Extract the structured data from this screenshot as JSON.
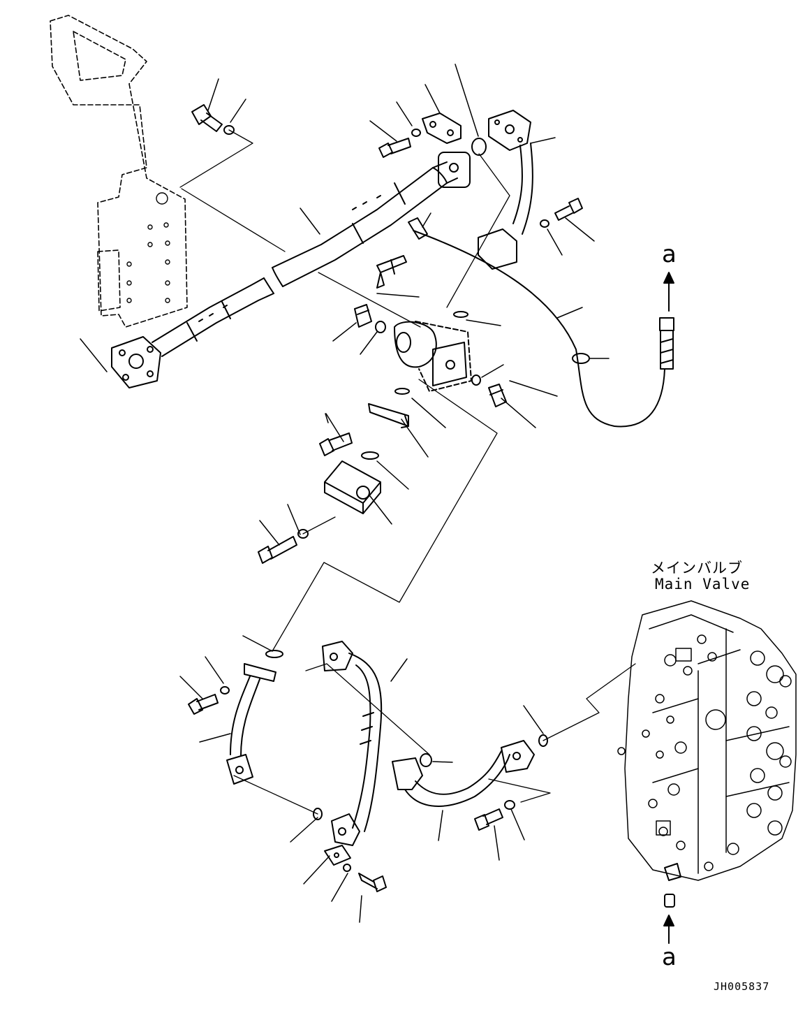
{
  "labels": {
    "main_valve_jp": "メインバルブ",
    "main_valve_en": "Main Valve",
    "ref_top": "a",
    "ref_bottom": "a",
    "drawing_number": "JH005837"
  }
}
